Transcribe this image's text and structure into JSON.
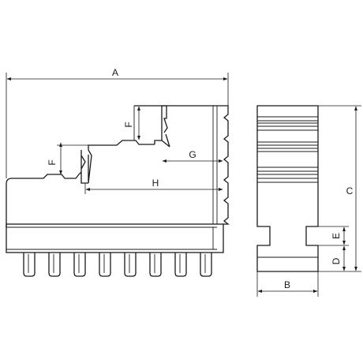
{
  "labels": {
    "A": "A",
    "B": "B",
    "C": "C",
    "D": "D",
    "E": "E",
    "F_upper": "F",
    "F_lower": "F",
    "G": "G",
    "H": "H"
  }
}
